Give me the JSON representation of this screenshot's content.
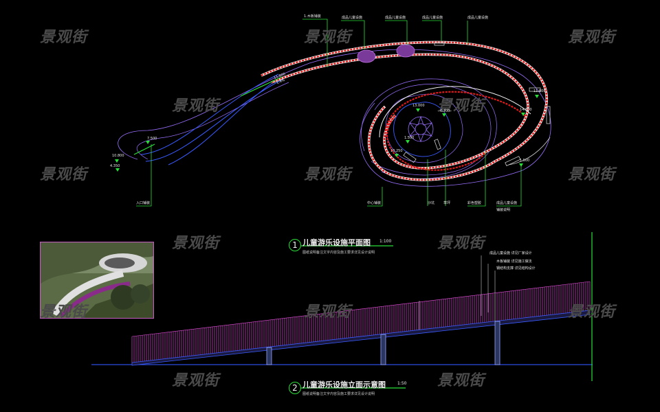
{
  "watermark": "景观街",
  "plan": {
    "title": "儿童游乐设施平面图",
    "scale": "1:100",
    "number": "1",
    "note": "图纸说明备注文字内容及施工要求详见设计说明"
  },
  "elevation": {
    "title": "儿童游乐设施立面示意图",
    "scale": "1:50",
    "number": "2",
    "note": "图纸说明备注文字内容及施工要求详见设计说明"
  },
  "callouts_top": [
    "1.木板铺装",
    "成品儿童设施",
    "成品儿童设施",
    "成品儿童设施",
    "成品儿童设施"
  ],
  "callouts_bottom": [
    "中心铺装",
    "沙坑",
    "草坪",
    "彩色塑胶",
    "成品儿童设施",
    "铺装说明"
  ],
  "callouts_left": [
    "入口铺装"
  ],
  "elev_callouts": [
    "成品儿童设施 详见厂家设计",
    "木板铺装 详见施工做法",
    "钢结构支撑 详见结构设计"
  ],
  "elevation_labels": [
    "11.800",
    "10.800",
    "7.500",
    "6.700",
    "4.350",
    "13.000",
    "10.250",
    "1.500",
    "14.800",
    "1:4%"
  ],
  "colors": {
    "bg": "#000000",
    "path_red": "#e01a1a",
    "white_edge": "#f2f2f2",
    "blue": "#3a5bff",
    "purple": "#9a70ff",
    "leader": "#29e039",
    "magenta": "#e04fd8",
    "ground": "#2a4de0"
  }
}
